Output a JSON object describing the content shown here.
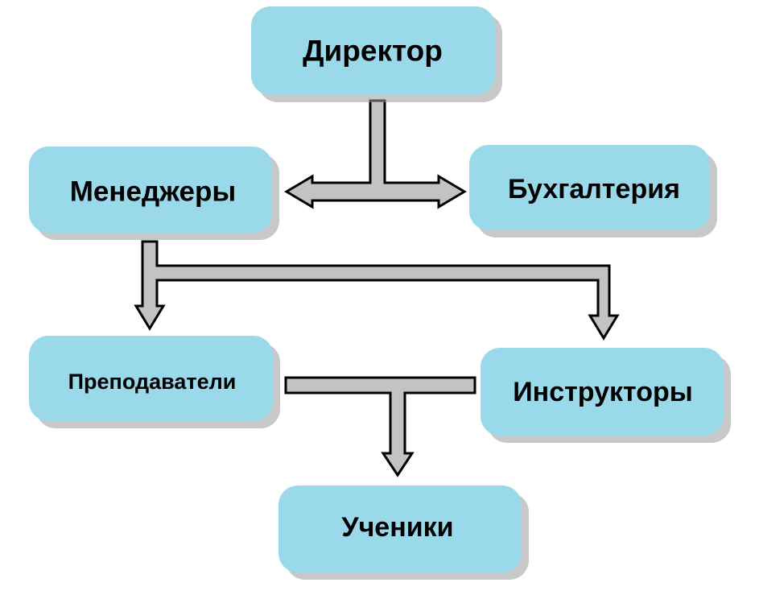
{
  "nodes": {
    "director": {
      "label": "Директор"
    },
    "managers": {
      "label": "Менеджеры"
    },
    "accounting": {
      "label": "Бухгалтерия"
    },
    "teachers": {
      "label": "Преподаватели"
    },
    "instructors": {
      "label": "Инструкторы"
    },
    "students": {
      "label": "Ученики"
    }
  },
  "connections": [
    {
      "from": "director",
      "to": [
        "managers",
        "accounting"
      ]
    },
    {
      "from": "managers",
      "to": [
        "teachers",
        "instructors"
      ]
    },
    {
      "from": [
        "teachers",
        "instructors"
      ],
      "to": "students"
    }
  ],
  "colors": {
    "node_fill": "#99d9ea",
    "connector_fill": "#c3c3c3",
    "connector_stroke": "#000000",
    "text": "#000000"
  }
}
